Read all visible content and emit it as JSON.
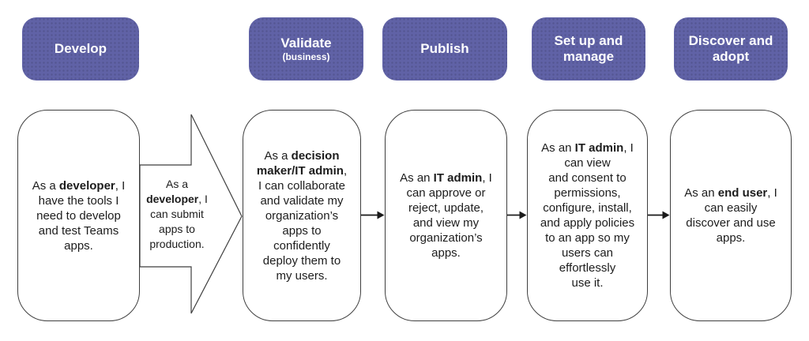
{
  "colors": {
    "accent_purple": "#6062A6",
    "header_text": "#FFFFFF",
    "card_border": "#3F3F3F",
    "body_text": "#1C1C1C"
  },
  "stages": [
    {
      "key": "develop",
      "header": {
        "title": "Develop",
        "subtitle": ""
      },
      "card_segments": [
        {
          "text": "As a ",
          "bold": false
        },
        {
          "text": "developer",
          "bold": true
        },
        {
          "text": ", I\nhave the tools I\nneed to develop\nand test Teams\napps.",
          "bold": false
        }
      ]
    },
    {
      "key": "validate",
      "header": {
        "title": "Validate",
        "subtitle": "(business)"
      },
      "card_segments": [
        {
          "text": "As a ",
          "bold": false
        },
        {
          "text": "decision\nmaker/IT admin",
          "bold": true
        },
        {
          "text": ",\nI can collaborate\nand validate my\norganization’s\napps to\nconfidently\ndeploy them to\nmy users.",
          "bold": false
        }
      ]
    },
    {
      "key": "publish",
      "header": {
        "title": "Publish",
        "subtitle": ""
      },
      "card_segments": [
        {
          "text": "As an ",
          "bold": false
        },
        {
          "text": "IT admin",
          "bold": true
        },
        {
          "text": ", I\ncan approve or\nreject, update,\nand view my\norganization’s\napps.",
          "bold": false
        }
      ]
    },
    {
      "key": "setup-manage",
      "header": {
        "title": "Set up and\nmanage",
        "subtitle": ""
      },
      "card_segments": [
        {
          "text": "As an ",
          "bold": false
        },
        {
          "text": "IT admin",
          "bold": true
        },
        {
          "text": ", I\ncan view\nand consent to\npermissions,\nconfigure, install,\nand apply policies\nto an app so my\nusers can\neffortlessly\nuse it.",
          "bold": false
        }
      ]
    },
    {
      "key": "discover-adopt",
      "header": {
        "title": "Discover and\nadopt",
        "subtitle": ""
      },
      "card_segments": [
        {
          "text": "As an ",
          "bold": false
        },
        {
          "text": "end user",
          "bold": true
        },
        {
          "text": ", I\ncan easily\ndiscover and use\napps.",
          "bold": false
        }
      ]
    }
  ],
  "transition_arrow": {
    "segments": [
      {
        "text": "As a\n",
        "bold": false
      },
      {
        "text": "developer",
        "bold": true
      },
      {
        "text": ", I\ncan submit\napps to\nproduction.",
        "bold": false
      }
    ]
  }
}
